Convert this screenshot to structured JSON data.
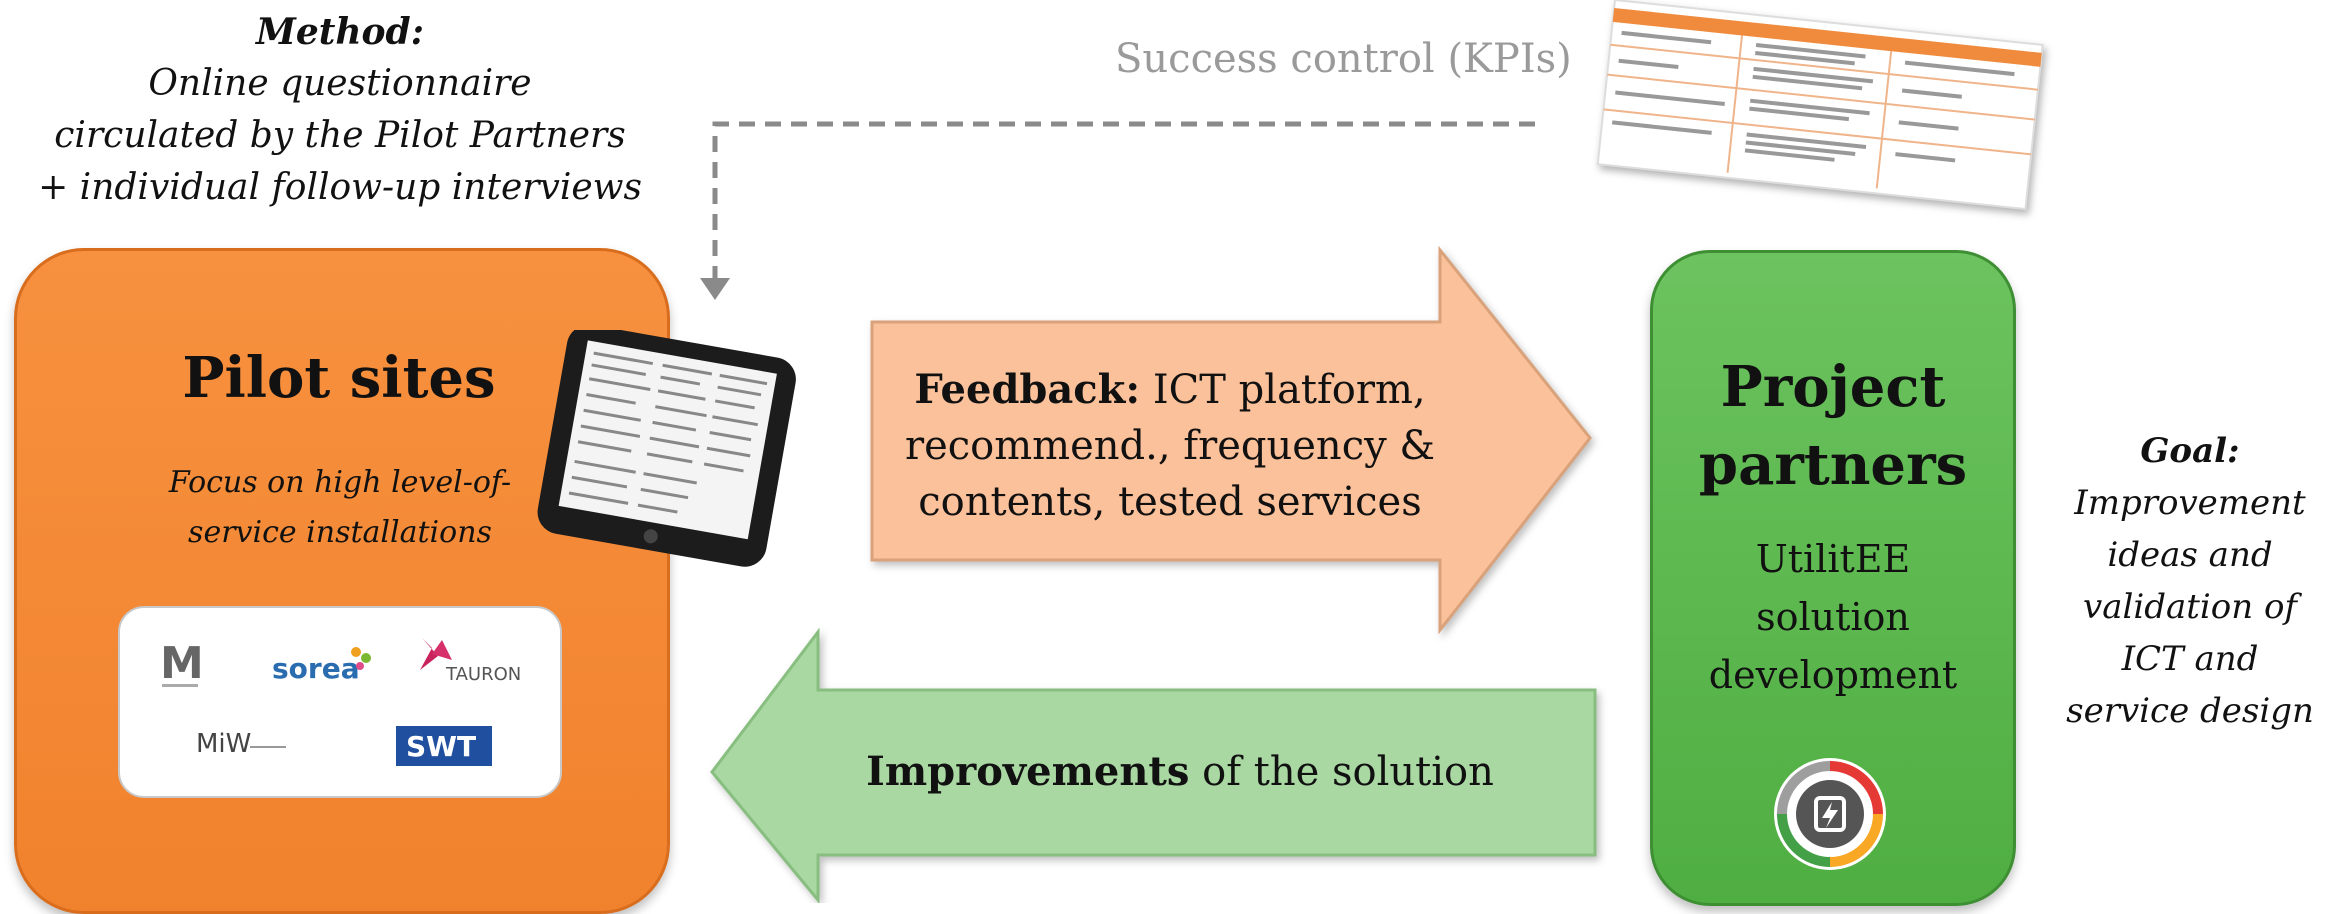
{
  "method": {
    "label": "Method:",
    "lines": [
      "Online questionnaire",
      "circulated by the Pilot Partners",
      "+ individual follow-up interviews"
    ]
  },
  "success_control": {
    "label": "Success control (KPIs)"
  },
  "pilot": {
    "title": "Pilot sites",
    "subtitle_lines": [
      "Focus on high level-of-",
      "service installations"
    ],
    "logos": [
      "M",
      "sorea",
      "TAURON",
      "MiW",
      "SWT"
    ]
  },
  "feedback": {
    "label": "Feedback:",
    "text_rest": " ICT platform,",
    "lines": [
      "recommend., frequency &",
      "contents, tested services"
    ]
  },
  "improvements": {
    "label": "Improvements",
    "text_rest": " of the solution"
  },
  "project": {
    "title_lines": [
      "Project",
      "partners"
    ],
    "subtitle_lines": [
      "UtilitEE",
      "solution",
      "development"
    ]
  },
  "goal": {
    "label": "Goal:",
    "lines": [
      "Improvement",
      "ideas and",
      "validation of",
      "ICT and",
      "service design"
    ]
  },
  "colors": {
    "pilot": "#f1822d",
    "project": "#55b347",
    "feedback_arrow": "#fbc19a",
    "improvement_arrow": "#a9d8a2",
    "dashed": "#8a8a8a"
  }
}
